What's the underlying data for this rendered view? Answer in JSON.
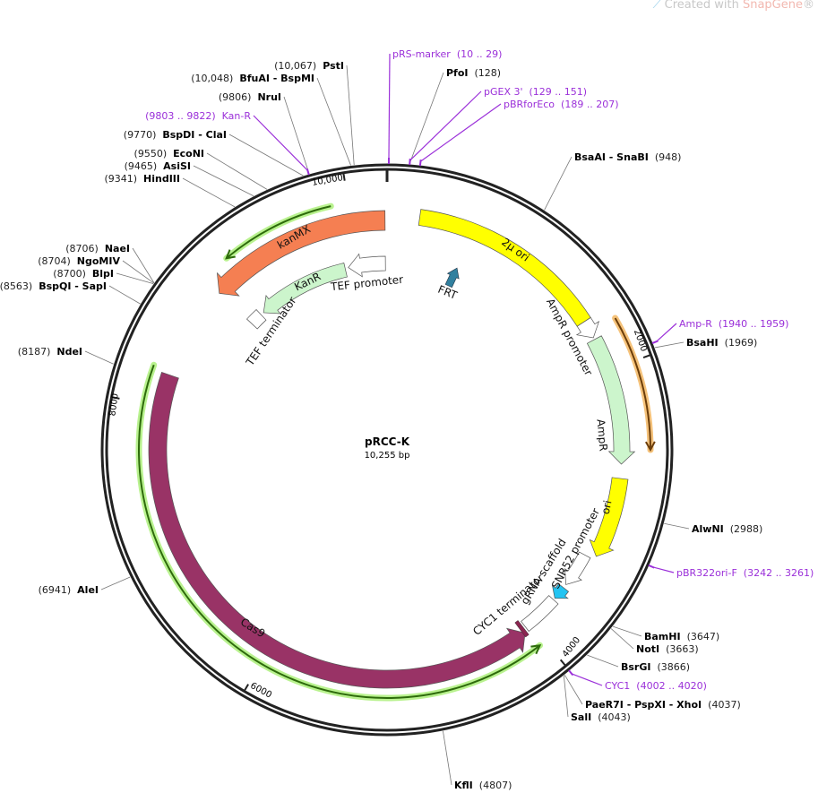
{
  "watermark": {
    "prefix": "Created with ",
    "brand": "SnapGene",
    "reg": "®"
  },
  "plasmid": {
    "name": "pRCC-K",
    "length": "10,255 bp",
    "total_bp": 10255
  },
  "ticks": [
    {
      "label": "10,000",
      "bp": 10000
    },
    {
      "label": "2000",
      "bp": 2000
    },
    {
      "label": "4000",
      "bp": 4000
    },
    {
      "label": "6000",
      "bp": 6000
    },
    {
      "label": "8000",
      "bp": 8000
    }
  ],
  "sites": [
    {
      "name": "PstI",
      "pos": "(10,067)",
      "bp": 10067
    },
    {
      "name": "BfuAI - BspMI",
      "pos": "(10,048)",
      "bp": 10048
    },
    {
      "name": "NruI",
      "pos": "(9806)",
      "bp": 9806
    },
    {
      "name": "BspDI - ClaI",
      "pos": "(9770)",
      "bp": 9770
    },
    {
      "name": "EcoNI",
      "pos": "(9550)",
      "bp": 9550
    },
    {
      "name": "AsiSI",
      "pos": "(9465)",
      "bp": 9465
    },
    {
      "name": "HindIII",
      "pos": "(9341)",
      "bp": 9341
    },
    {
      "name": "NaeI",
      "pos": "(8706)",
      "bp": 8706
    },
    {
      "name": "NgoMIV",
      "pos": "(8704)",
      "bp": 8704
    },
    {
      "name": "BlpI",
      "pos": "(8700)",
      "bp": 8700
    },
    {
      "name": "BspQI - SapI",
      "pos": "(8563)",
      "bp": 8563
    },
    {
      "name": "NdeI",
      "pos": "(8187)",
      "bp": 8187
    },
    {
      "name": "AleI",
      "pos": "(6941)",
      "bp": 6941
    },
    {
      "name": "PfoI",
      "pos": "(128)",
      "bp": 128
    },
    {
      "name": "BsaAI - SnaBI",
      "pos": "(948)",
      "bp": 948
    },
    {
      "name": "BsaHI",
      "pos": "(1969)",
      "bp": 1969
    },
    {
      "name": "AlwNI",
      "pos": "(2988)",
      "bp": 2988
    },
    {
      "name": "BamHI",
      "pos": "(3647)",
      "bp": 3647
    },
    {
      "name": "NotI",
      "pos": "(3663)",
      "bp": 3663
    },
    {
      "name": "BsrGI",
      "pos": "(3866)",
      "bp": 3866
    },
    {
      "name": "PaeR7I - PspXI - XhoI",
      "pos": "(4037)",
      "bp": 4037
    },
    {
      "name": "SalI",
      "pos": "(4043)",
      "bp": 4043
    },
    {
      "name": "KflI",
      "pos": "(4807)",
      "bp": 4807
    }
  ],
  "primers": [
    {
      "name": "pRS-marker",
      "range": "(10 .. 29)",
      "bp": 10
    },
    {
      "name": "pGEX 3'",
      "range": "(129 .. 151)",
      "bp": 129
    },
    {
      "name": "pBRforEco",
      "range": "(189 .. 207)",
      "bp": 189
    },
    {
      "name": "Amp-R",
      "range": "(1940 .. 1959)",
      "bp": 1940
    },
    {
      "name": "pBR322ori-F",
      "range": "(3242 .. 3261)",
      "bp": 3242
    },
    {
      "name": "CYC1",
      "range": "(4002 .. 4020)",
      "bp": 4002
    },
    {
      "name": "Kan-R",
      "range": "(9803 .. 9822)",
      "bp": 9803
    }
  ],
  "features": [
    {
      "name": "2µ ori",
      "color": "#ffff00"
    },
    {
      "name": "AmpR promoter",
      "color": "#ffffff"
    },
    {
      "name": "AmpR",
      "color": "#ccf5cc"
    },
    {
      "name": "ori",
      "color": "#ffff00"
    },
    {
      "name": "SNR52 promoter",
      "color": "#ffffff"
    },
    {
      "name": "gRNA scaffold",
      "color": "#22c4f2"
    },
    {
      "name": "CYC1 terminator",
      "color": "#8a2550"
    },
    {
      "name": "Cas9",
      "color": "#993366"
    },
    {
      "name": "kanMX",
      "color": "#f57f52"
    },
    {
      "name": "TEF promoter",
      "color": "#ffffff"
    },
    {
      "name": "KanR",
      "color": "#ccf5cc"
    },
    {
      "name": "TEF terminator",
      "color": "#ffffff"
    },
    {
      "name": "FRT",
      "color": "#31809f"
    }
  ],
  "colors": {
    "primer": "#9b30d9",
    "backbone": "#222222",
    "orf_line": "#2e6b0c",
    "orf_glow": "#b9f28f",
    "amp_line": "#6b3d0a",
    "amp_glow": "#f5c27a"
  }
}
